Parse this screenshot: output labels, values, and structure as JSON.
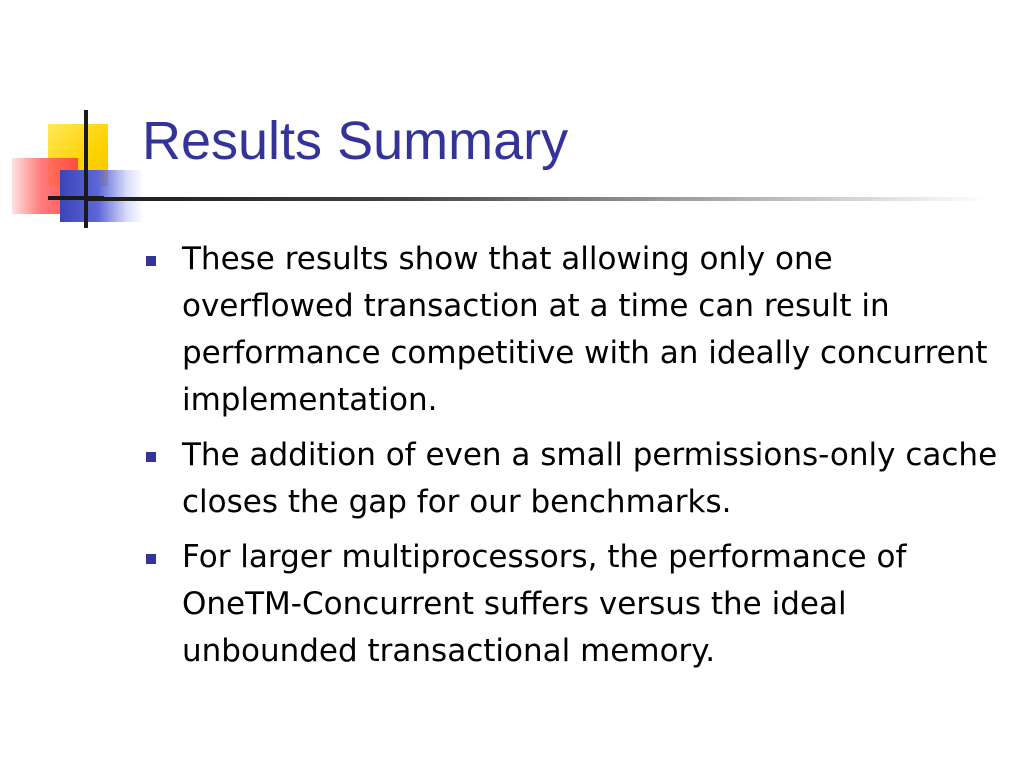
{
  "slide": {
    "title": "Results Summary",
    "bullets": [
      {
        "text": "These results show that allowing only one overflowed transaction at a time can result in performance competitive with an ideally concurrent implementation."
      },
      {
        "text": "The addition of even a small permissions-only cache closes the gap for our benchmarks."
      },
      {
        "text": "For larger multiprocessors, the performance of OneTM-Concurrent suffers versus the ideal unbounded transactional memory."
      }
    ]
  },
  "colors": {
    "title": "#333399",
    "bullet_marker": "#333399",
    "body_text": "#000000",
    "ornament_yellow": "#ffd200",
    "ornament_red": "#ff4a4a",
    "ornament_blue": "#3a45b8"
  },
  "icons": {
    "bullet": "square-bullet-icon"
  }
}
